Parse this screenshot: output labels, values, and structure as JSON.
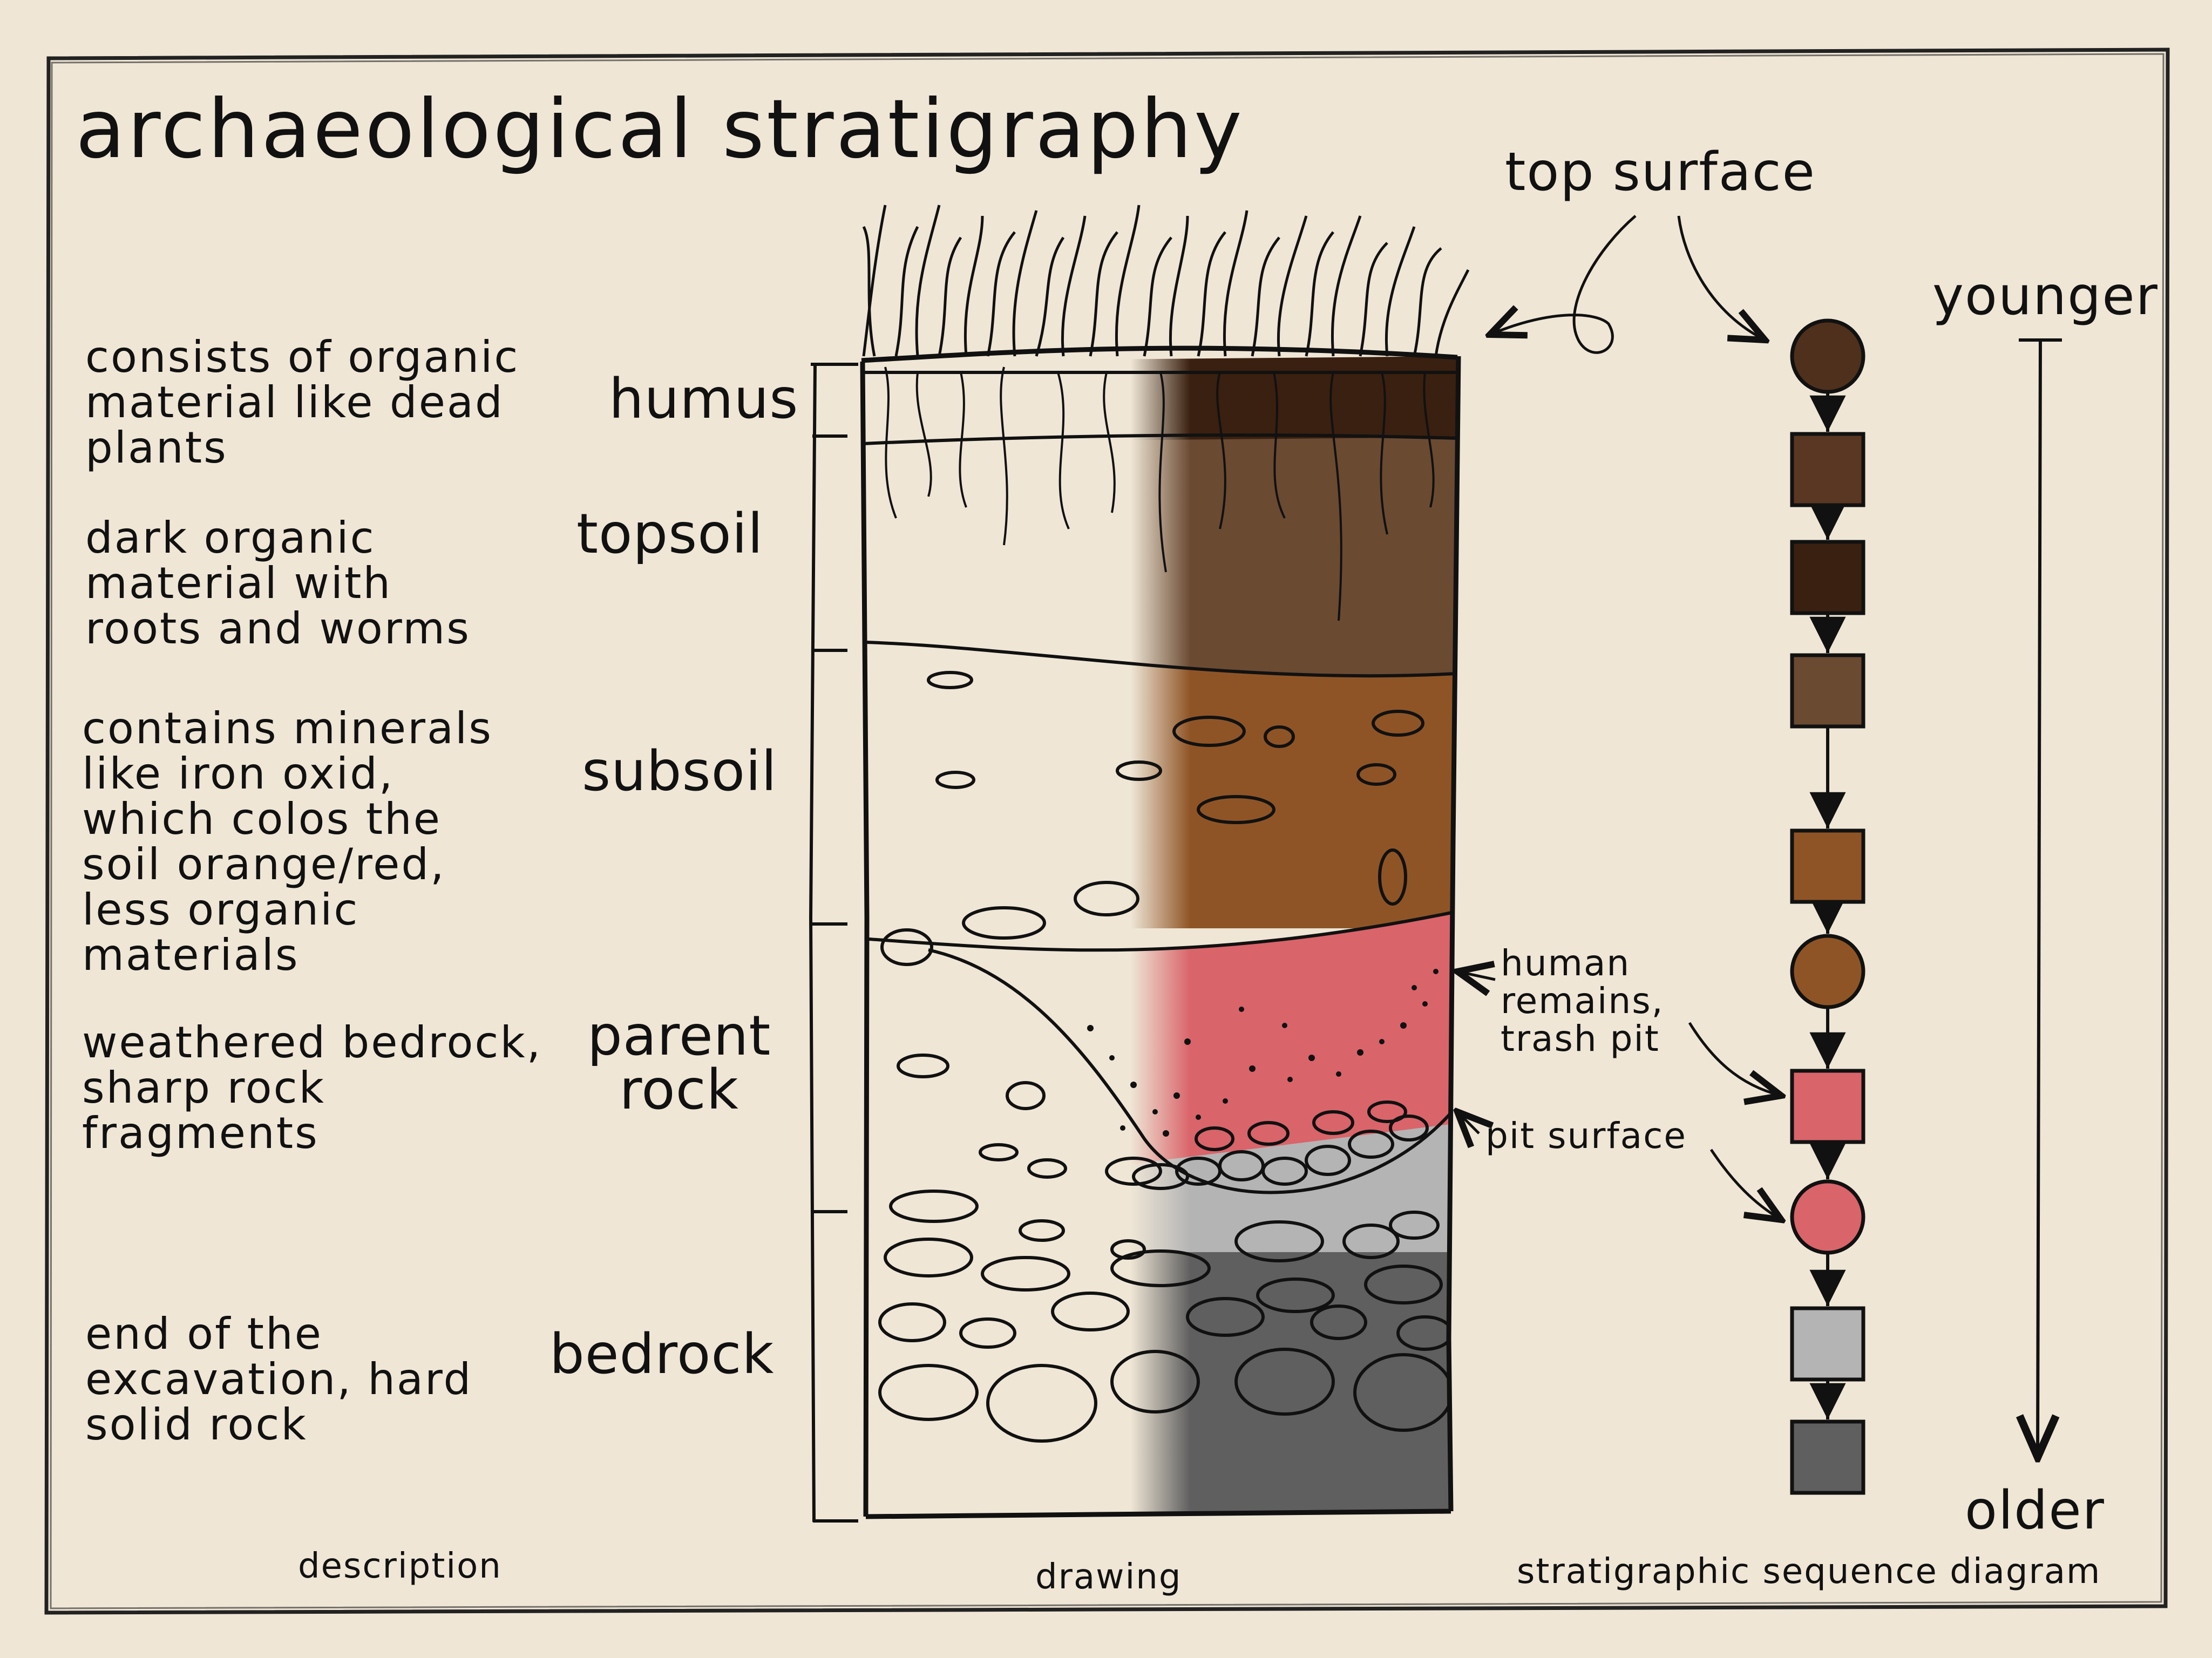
{
  "title": "archaeological stratigraphy",
  "descriptions": {
    "humus": "consists of organic\nmaterial like dead\nplants",
    "topsoil": "dark organic\nmaterial with\nroots and worms",
    "subsoil": "contains minerals\nlike iron oxid,\nwhich colos the\nsoil orange/red,\nless organic\nmaterials",
    "parent_rock": "weathered bedrock,\nsharp rock\nfragments",
    "bedrock": "end of the\nexcavation, hard\nsolid rock"
  },
  "layers": {
    "humus": "humus",
    "topsoil": "topsoil",
    "subsoil": "subsoil",
    "parent_rock": "parent\nrock",
    "bedrock": "bedrock"
  },
  "annotations": {
    "top_surface": "top surface",
    "human_remains": "human\nremains,\ntrash pit",
    "pit_surface": "pit surface"
  },
  "axis": {
    "younger": "younger",
    "older": "older"
  },
  "captions": {
    "description": "description",
    "drawing": "drawing",
    "sequence": "stratigraphic sequence diagram"
  },
  "sequence": [
    {
      "shape": "circle",
      "color": "#4e301c"
    },
    {
      "shape": "square",
      "color": "#5a3722"
    },
    {
      "shape": "square",
      "color": "#3a2010"
    },
    {
      "shape": "square",
      "color": "#6b4a32"
    },
    {
      "shape": "square",
      "color": "#8f5426"
    },
    {
      "shape": "circle",
      "color": "#8f5426"
    },
    {
      "shape": "square",
      "color": "#d9646a"
    },
    {
      "shape": "circle",
      "color": "#d9646a"
    },
    {
      "shape": "square",
      "color": "#b4b4b4"
    },
    {
      "shape": "square",
      "color": "#5f5f5f"
    }
  ]
}
